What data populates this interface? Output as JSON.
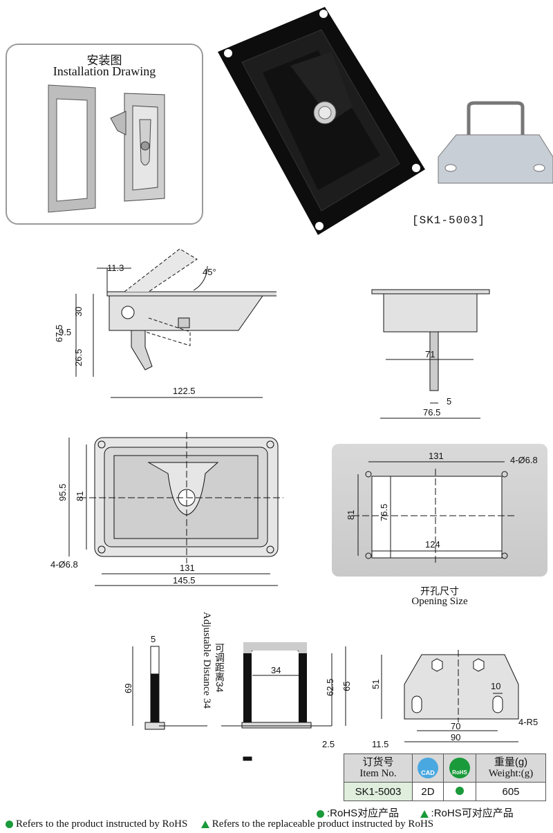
{
  "installation": {
    "title_cn": "安装图",
    "title_en": "Installation Drawing"
  },
  "product": {
    "model_label": "[SK1-5003]"
  },
  "side_view": {
    "d_11_3": "11.3",
    "angle": "45°",
    "d_30": "30",
    "d_67_5": "67.5",
    "d_9_5": "9.5",
    "d_26_5": "26.5",
    "d_122_5": "122.5"
  },
  "end_view": {
    "d_71": "71",
    "d_5": "5",
    "d_76_5": "76.5"
  },
  "front_view": {
    "d_95_5": "95.5",
    "d_81": "81",
    "holes": "4-Ø6.8",
    "d_131": "131",
    "d_145_5": "145.5"
  },
  "opening": {
    "d_131": "131",
    "holes": "4-Ø6.8",
    "d_81": "81",
    "d_76_5": "76.5",
    "d_124": "124",
    "title_cn": "开孔尺寸",
    "title_en": "Opening Size"
  },
  "bracket": {
    "d_5": "5",
    "d_69": "69",
    "adjustable_cn": "可调距离34",
    "adjustable_en": "Adjustable Distance 34",
    "d_34": "34",
    "d_62_5": "62.5",
    "d_65": "65",
    "d_2_5": "2.5"
  },
  "plate": {
    "d_51": "51",
    "d_10": "10",
    "radius": "4-R5",
    "d_70": "70",
    "d_11_5": "11.5",
    "d_90": "90"
  },
  "spec_table": {
    "item_cn": "订货号",
    "item_en": "Item No.",
    "cad_label": "CAD",
    "rohs_label": "RoHS",
    "weight_cn": "重量(g)",
    "weight_en": "Weight:(g)",
    "item_value": "SK1-5003",
    "cad_value": "2D",
    "weight_value": "605"
  },
  "legend": {
    "rohs_cn": ":RoHS对应产品",
    "replaceable_cn": ":RoHS可对应产品",
    "rohs_en": "Refers to the product instructed by RoHS",
    "replaceable_en": "Refers to the replaceable product instructed by RoHS"
  },
  "colors": {
    "rohs_green": "#1a9a3a",
    "cad_blue": "#4aa8e0"
  }
}
